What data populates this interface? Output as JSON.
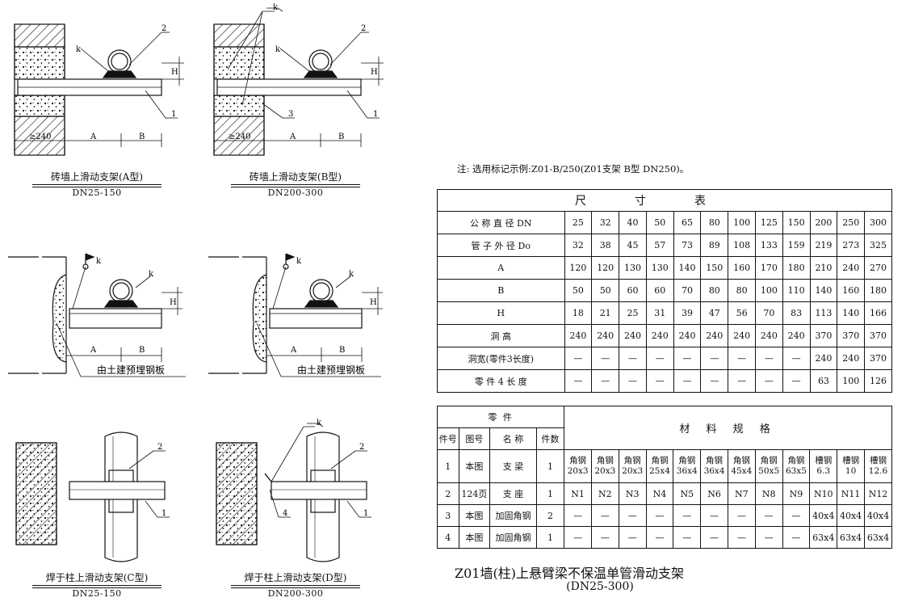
{
  "figures": {
    "a": {
      "title": "砖墙上滑动支架(A型)",
      "subtitle": "DN25-150"
    },
    "b": {
      "title": "砖墙上滑动支架(B型)",
      "subtitle": "DN200-300"
    },
    "c": {
      "title": "焊于柱上滑动支架(C型)",
      "subtitle": "DN25-150"
    },
    "d": {
      "title": "焊于柱上滑动支架(D型)",
      "subtitle": "DN200-300"
    },
    "labels": {
      "wall": "≥240",
      "a": "A",
      "b": "B",
      "h": "H",
      "k": "k",
      "plate": "由土建预埋钢板",
      "n1": "1",
      "n2": "2",
      "n3": "3",
      "n4": "4"
    }
  },
  "note": "注: 选用标记示例:Z01-B/250(Z01支架 B型 DN250)。",
  "dimension_table": {
    "title": "尺寸表",
    "rows": [
      {
        "label": "公 称 直 径 DN",
        "values": [
          "25",
          "32",
          "40",
          "50",
          "65",
          "80",
          "100",
          "125",
          "150",
          "200",
          "250",
          "300"
        ]
      },
      {
        "label": "管 子 外 径 Do",
        "values": [
          "32",
          "38",
          "45",
          "57",
          "73",
          "89",
          "108",
          "133",
          "159",
          "219",
          "273",
          "325"
        ]
      },
      {
        "label": "A",
        "values": [
          "120",
          "120",
          "130",
          "130",
          "140",
          "150",
          "160",
          "170",
          "180",
          "210",
          "240",
          "270"
        ]
      },
      {
        "label": "B",
        "values": [
          "50",
          "50",
          "60",
          "60",
          "70",
          "80",
          "80",
          "100",
          "110",
          "140",
          "160",
          "180"
        ]
      },
      {
        "label": "H",
        "values": [
          "18",
          "21",
          "25",
          "31",
          "39",
          "47",
          "56",
          "70",
          "83",
          "113",
          "140",
          "166"
        ]
      },
      {
        "label": "洞 高",
        "values": [
          "240",
          "240",
          "240",
          "240",
          "240",
          "240",
          "240",
          "240",
          "240",
          "370",
          "370",
          "370"
        ]
      },
      {
        "label": "洞宽(零件3长度)",
        "values": [
          "—",
          "—",
          "—",
          "—",
          "—",
          "—",
          "—",
          "—",
          "—",
          "240",
          "240",
          "370"
        ]
      },
      {
        "label": "零 件 4 长 度",
        "values": [
          "—",
          "—",
          "—",
          "—",
          "—",
          "—",
          "—",
          "—",
          "—",
          "63",
          "100",
          "126"
        ]
      }
    ]
  },
  "parts_table": {
    "group_header": "零 件",
    "spec_header": "材 料 规 格",
    "columns": [
      "件号",
      "图号",
      "名 称",
      "件数"
    ],
    "rows": [
      {
        "no": "1",
        "drawing": "本图",
        "name": "支 梁",
        "qty": "1",
        "specs": [
          "角钢 20x3",
          "角钢 20x3",
          "角钢 20x3",
          "角钢 25x4",
          "角钢 36x4",
          "角钢 36x4",
          "角钢 45x4",
          "角钢 50x5",
          "角钢 63x5",
          "槽钢 6.3",
          "槽钢 10",
          "槽钢 12.6"
        ]
      },
      {
        "no": "2",
        "drawing": "124页",
        "name": "支 座",
        "qty": "1",
        "specs": [
          "N1",
          "N2",
          "N3",
          "N4",
          "N5",
          "N6",
          "N7",
          "N8",
          "N9",
          "N10",
          "N11",
          "N12"
        ]
      },
      {
        "no": "3",
        "drawing": "本图",
        "name": "加固角钢",
        "qty": "2",
        "specs": [
          "—",
          "—",
          "—",
          "—",
          "—",
          "—",
          "—",
          "—",
          "—",
          "40x4",
          "40x4",
          "40x4"
        ]
      },
      {
        "no": "4",
        "drawing": "本图",
        "name": "加固角钢",
        "qty": "1",
        "specs": [
          "—",
          "—",
          "—",
          "—",
          "—",
          "—",
          "—",
          "—",
          "—",
          "63x4",
          "63x4",
          "63x4"
        ]
      }
    ]
  },
  "drawing_title": "Z01墙(柱)上悬臂梁不保温单管滑动支架",
  "drawing_subtitle": "(DN25-300)"
}
